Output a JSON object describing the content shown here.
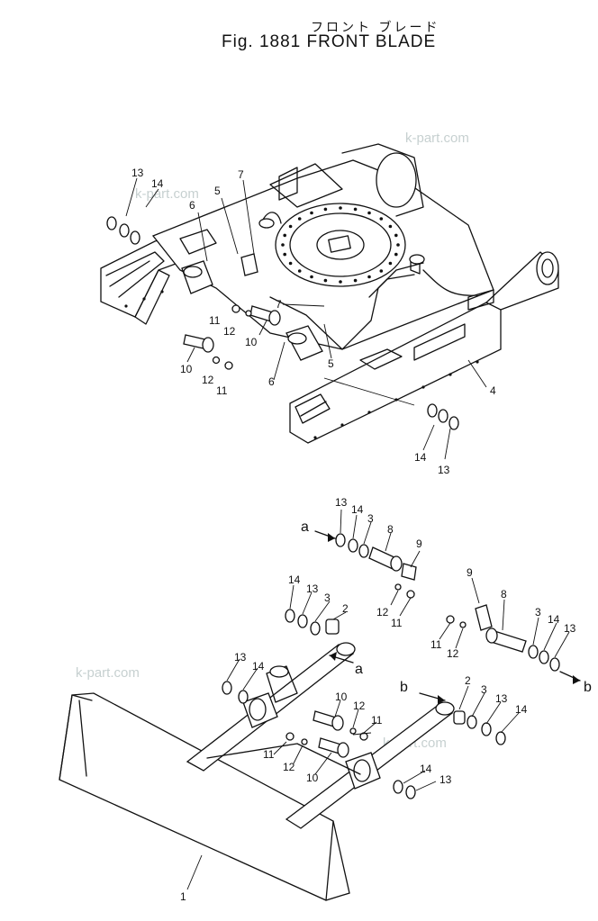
{
  "title": {
    "japanese": "フロント ブレード",
    "english": "Fig. 1881  FRONT  BLADE"
  },
  "watermark": "k-part.com",
  "callouts_upper": [
    {
      "id": "c-up-13a",
      "label": "13"
    },
    {
      "id": "c-up-14a",
      "label": "14"
    },
    {
      "id": "c-up-6a",
      "label": "6"
    },
    {
      "id": "c-up-5a",
      "label": "5"
    },
    {
      "id": "c-up-7a",
      "label": "7"
    },
    {
      "id": "c-up-7b",
      "label": "7"
    },
    {
      "id": "c-up-11a",
      "label": "11"
    },
    {
      "id": "c-up-12a",
      "label": "12"
    },
    {
      "id": "c-up-10a",
      "label": "10"
    },
    {
      "id": "c-up-10b",
      "label": "10"
    },
    {
      "id": "c-up-12b",
      "label": "12"
    },
    {
      "id": "c-up-11b",
      "label": "11"
    },
    {
      "id": "c-up-5b",
      "label": "5"
    },
    {
      "id": "c-up-6b",
      "label": "6"
    },
    {
      "id": "c-up-4",
      "label": "4"
    },
    {
      "id": "c-up-14b",
      "label": "14"
    },
    {
      "id": "c-up-13b",
      "label": "13"
    }
  ],
  "callouts_lower": [
    {
      "id": "c-lo-13a",
      "label": "13"
    },
    {
      "id": "c-lo-14a",
      "label": "14"
    },
    {
      "id": "c-lo-3a",
      "label": "3"
    },
    {
      "id": "c-lo-8a",
      "label": "8"
    },
    {
      "id": "c-lo-9a",
      "label": "9"
    },
    {
      "id": "c-lo-12a",
      "label": "12"
    },
    {
      "id": "c-lo-11a",
      "label": "11"
    },
    {
      "id": "c-lo-14b",
      "label": "14"
    },
    {
      "id": "c-lo-13b",
      "label": "13"
    },
    {
      "id": "c-lo-3b",
      "label": "3"
    },
    {
      "id": "c-lo-2a",
      "label": "2"
    },
    {
      "id": "c-lo-9b",
      "label": "9"
    },
    {
      "id": "c-lo-8b",
      "label": "8"
    },
    {
      "id": "c-lo-3c",
      "label": "3"
    },
    {
      "id": "c-lo-14c",
      "label": "14"
    },
    {
      "id": "c-lo-13c",
      "label": "13"
    },
    {
      "id": "c-lo-11b",
      "label": "11"
    },
    {
      "id": "c-lo-12b",
      "label": "12"
    },
    {
      "id": "c-lo-13d",
      "label": "13"
    },
    {
      "id": "c-lo-14d",
      "label": "14"
    },
    {
      "id": "c-lo-10a",
      "label": "10"
    },
    {
      "id": "c-lo-12c",
      "label": "12"
    },
    {
      "id": "c-lo-11c",
      "label": "11"
    },
    {
      "id": "c-lo-11d",
      "label": "11"
    },
    {
      "id": "c-lo-12d",
      "label": "12"
    },
    {
      "id": "c-lo-10b",
      "label": "10"
    },
    {
      "id": "c-lo-2b",
      "label": "2"
    },
    {
      "id": "c-lo-3d",
      "label": "3"
    },
    {
      "id": "c-lo-13e",
      "label": "13"
    },
    {
      "id": "c-lo-14e",
      "label": "14"
    },
    {
      "id": "c-lo-14f",
      "label": "14"
    },
    {
      "id": "c-lo-13f",
      "label": "13"
    },
    {
      "id": "c-lo-1",
      "label": "1"
    }
  ],
  "references": [
    {
      "id": "ref-a-left",
      "label": "a"
    },
    {
      "id": "ref-a-right",
      "label": "a"
    },
    {
      "id": "ref-b-left",
      "label": "b"
    },
    {
      "id": "ref-b-right",
      "label": "b"
    }
  ]
}
